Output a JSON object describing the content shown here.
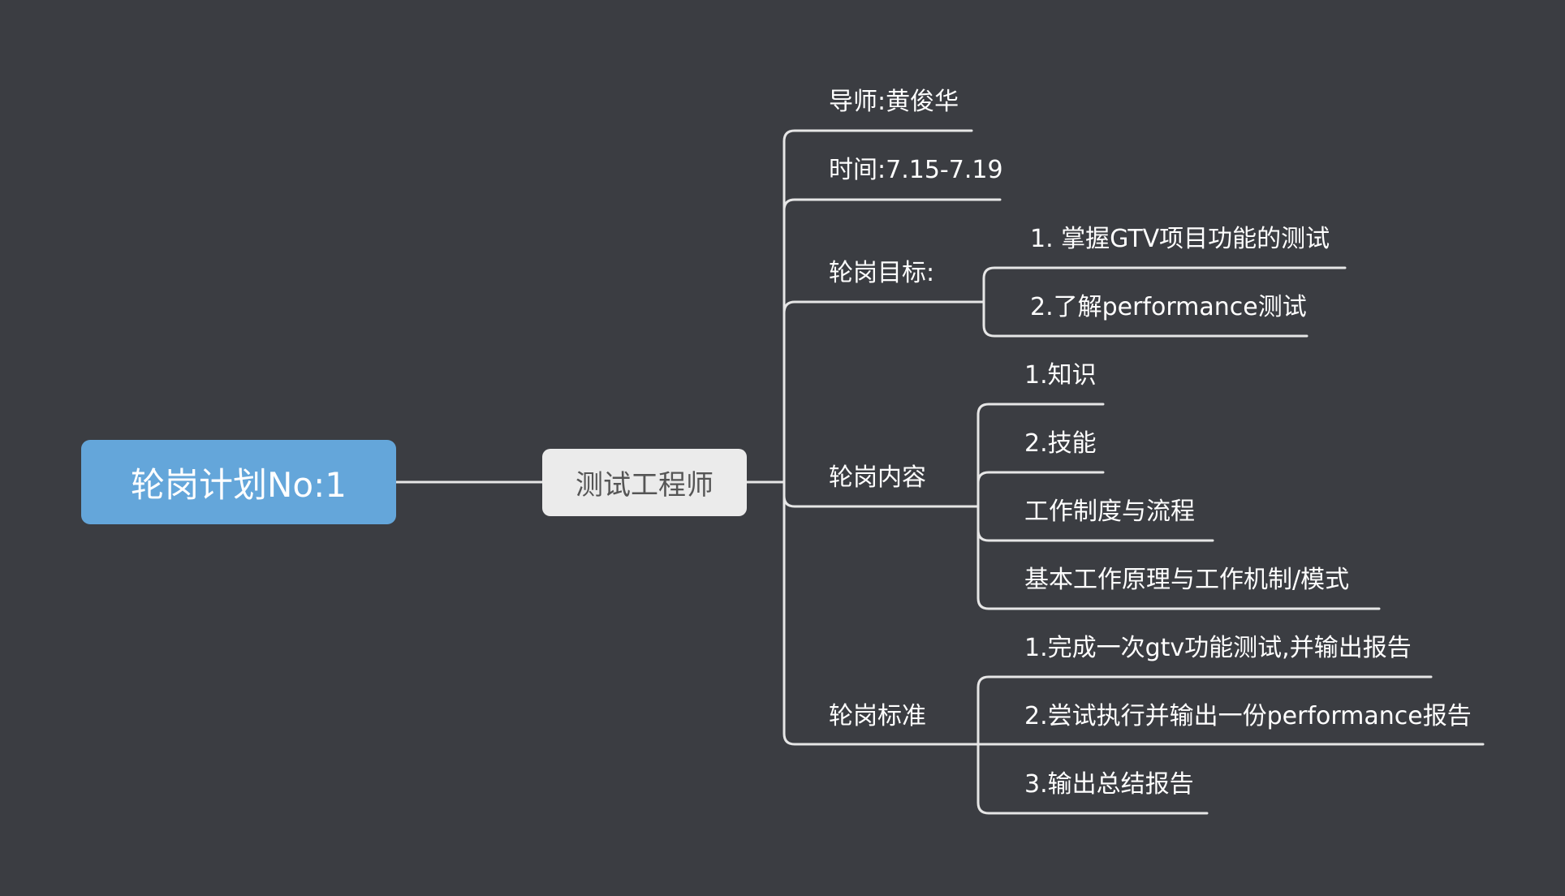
{
  "root": {
    "label": "轮岗计划No:1"
  },
  "main": {
    "label": "测试工程师"
  },
  "branches": [
    {
      "label": "导师:黄俊华"
    },
    {
      "label": "时间:7.15-7.19"
    },
    {
      "label": "轮岗目标:",
      "children": [
        "1. 掌握GTV项目功能的测试",
        "2.了解performance测试"
      ]
    },
    {
      "label": "轮岗内容",
      "children": [
        "1.知识",
        "2.技能",
        "工作制度与流程",
        "基本工作原理与工作机制/模式"
      ]
    },
    {
      "label": "轮岗标准",
      "children": [
        "1.完成一次gtv功能测试,并输出报告",
        "2.尝试执行并输出一份performance报告",
        "3.输出总结报告"
      ]
    }
  ],
  "colors": {
    "background": "#3b3d42",
    "root_fill": "#64a6da",
    "main_fill": "#ebebeb",
    "connector": "#e6e6e6",
    "text": "#ffffff"
  }
}
